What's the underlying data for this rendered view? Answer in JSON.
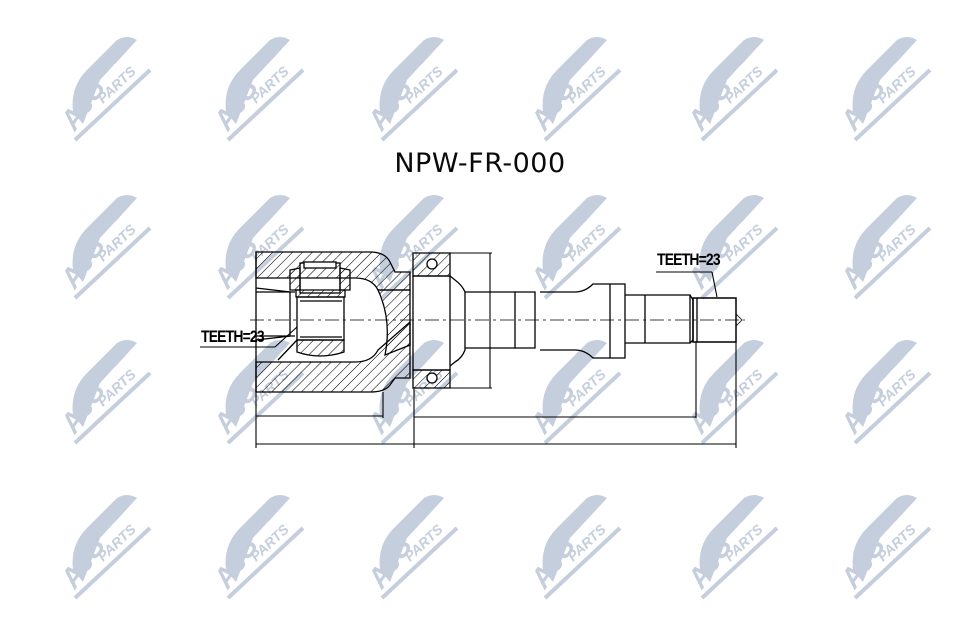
{
  "title": "NPW-FR-000",
  "watermark": {
    "text_main": "AJS",
    "text_sub": "PARTS",
    "color": "#c5cedd",
    "columns_x": [
      45,
      198,
      352,
      515,
      672,
      825
    ],
    "rows_y": [
      32,
      190,
      335,
      490
    ]
  },
  "drawing": {
    "labels": {
      "teeth_left": "TEETH=23",
      "teeth_right": "TEETH=23"
    },
    "line_color": "#000000"
  }
}
